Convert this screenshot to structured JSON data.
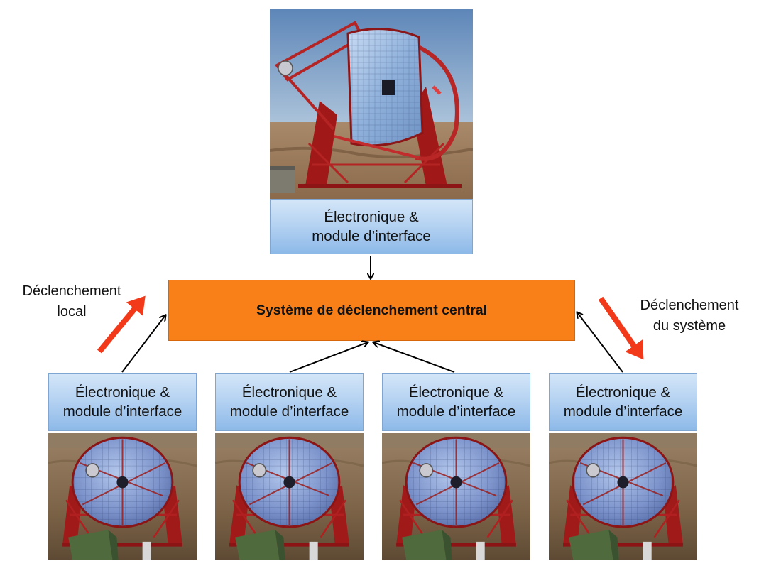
{
  "top_module": {
    "line1": "Électronique &",
    "line2": "module d’interface"
  },
  "central_system": {
    "label": "Système de déclenchement central"
  },
  "local_trigger": {
    "line1": "Déclenchement",
    "line2": "local"
  },
  "system_trigger": {
    "line1": "Déclenchement",
    "line2": "du système"
  },
  "bottom_modules": [
    {
      "line1": "Électronique &",
      "line2": "module d’interface"
    },
    {
      "line1": "Électronique &",
      "line2": "module d’interface"
    },
    {
      "line1": "Électronique &",
      "line2": "module d’interface"
    },
    {
      "line1": "Électronique &",
      "line2": "module d’interface"
    }
  ],
  "colors": {
    "central_box": "#f98018",
    "module_box": "#b6d3f2",
    "trigger_arrow": "#f23a1a",
    "connector": "#000000"
  },
  "icons": {
    "large_telescope": "large-telescope-photo",
    "small_telescope": "small-telescope-photo"
  }
}
